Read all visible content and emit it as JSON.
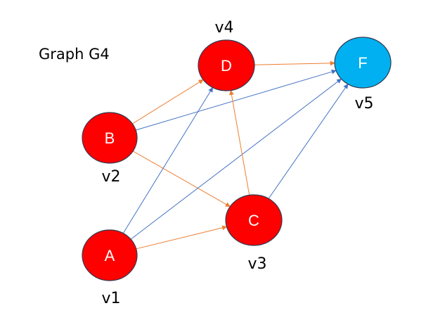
{
  "graph": {
    "title": "Graph G4",
    "colors": {
      "node_red": "#ff0000",
      "node_blue": "#00b0f0",
      "node_stroke": "#2f3b52",
      "edge_orange": "#ed7d31",
      "edge_blue": "#4472c4"
    },
    "nodes": [
      {
        "id": "A",
        "label": "A",
        "caption": "v1",
        "color": "red"
      },
      {
        "id": "B",
        "label": "B",
        "caption": "v2",
        "color": "red"
      },
      {
        "id": "C",
        "label": "C",
        "caption": "v3",
        "color": "red"
      },
      {
        "id": "D",
        "label": "D",
        "caption": "v4",
        "color": "red"
      },
      {
        "id": "F",
        "label": "F",
        "caption": "v5",
        "color": "blue"
      }
    ],
    "edges": [
      {
        "from": "B",
        "to": "D",
        "color": "orange"
      },
      {
        "from": "B",
        "to": "C",
        "color": "orange"
      },
      {
        "from": "B",
        "to": "F",
        "color": "blue"
      },
      {
        "from": "A",
        "to": "C",
        "color": "orange"
      },
      {
        "from": "A",
        "to": "D",
        "color": "blue"
      },
      {
        "from": "A",
        "to": "F",
        "color": "blue"
      },
      {
        "from": "C",
        "to": "D",
        "color": "orange"
      },
      {
        "from": "C",
        "to": "F",
        "color": "blue"
      },
      {
        "from": "D",
        "to": "F",
        "color": "orange"
      }
    ]
  }
}
